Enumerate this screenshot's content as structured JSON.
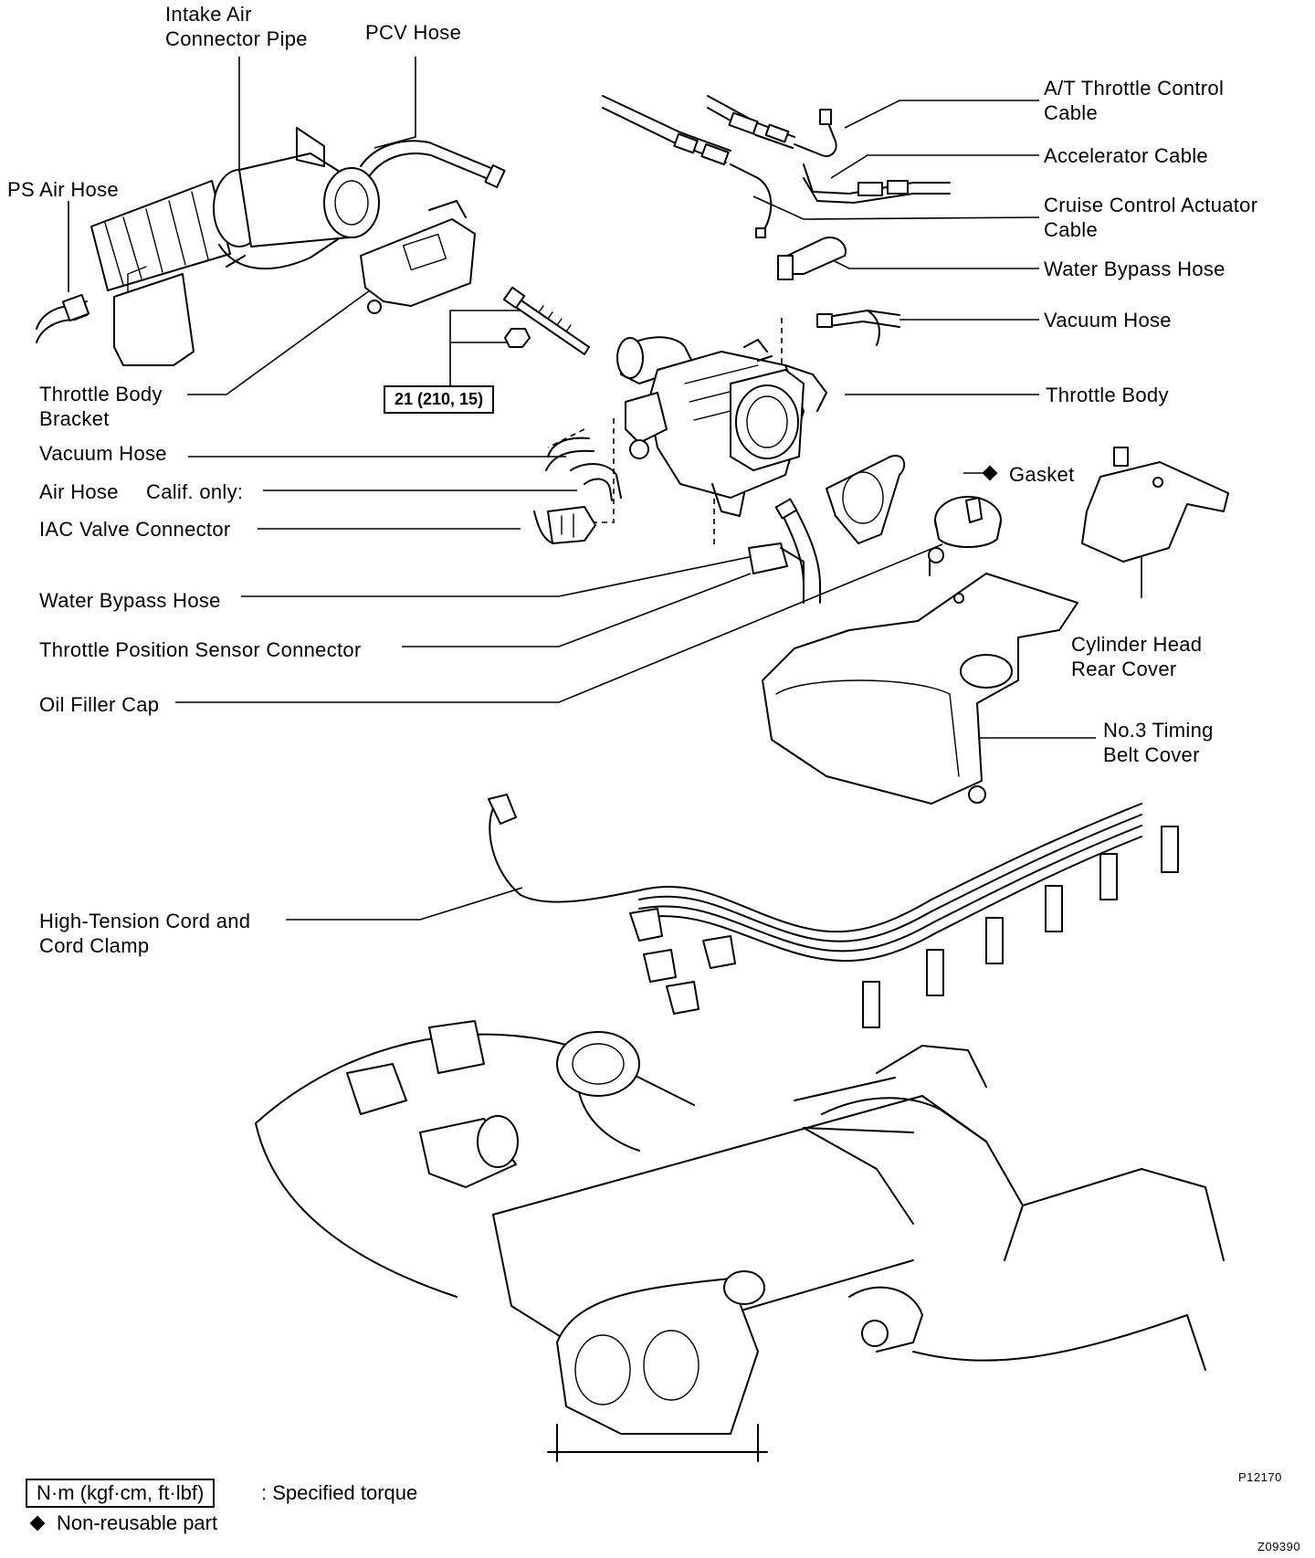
{
  "labels": {
    "intake_air_connector_pipe": [
      "Intake Air",
      "Connector Pipe"
    ],
    "pcv_hose": "PCV Hose",
    "ps_air_hose": "PS Air Hose",
    "at_throttle_control_cable": [
      "A/T Throttle Control",
      "Cable"
    ],
    "accelerator_cable": "Accelerator Cable",
    "cruise_control_actuator_cable": [
      "Cruise Control Actuator",
      "Cable"
    ],
    "water_bypass_hose_right": "Water Bypass Hose",
    "vacuum_hose_right": "Vacuum Hose",
    "throttle_body_bracket": [
      "Throttle Body",
      "Bracket"
    ],
    "throttle_body": "Throttle Body",
    "vacuum_hose_left": "Vacuum Hose",
    "gasket": "Gasket",
    "air_hose": "Air Hose",
    "calif_only": "Calif. only:",
    "iac_valve_connector": "IAC Valve Connector",
    "water_bypass_hose_left": "Water Bypass Hose",
    "cylinder_head_rear_cover": [
      "Cylinder Head",
      "Rear Cover"
    ],
    "throttle_position_sensor_connector": "Throttle Position Sensor Connector",
    "oil_filler_cap": "Oil Filler Cap",
    "no3_timing_belt_cover": [
      "No.3 Timing",
      "Belt Cover"
    ],
    "high_tension_cord": [
      "High-Tension Cord and",
      "Cord Clamp"
    ]
  },
  "torque_spec": "21 (210, 15)",
  "legend": {
    "torque_units": "N·m (kgf·cm, ft·lbf)",
    "torque_desc": ": Specified torque",
    "nonreusable_desc": "Non-reusable part"
  },
  "figure_codes": {
    "primary": "P12170",
    "secondary": "Z09390"
  },
  "icons": {
    "non_reusable_mark": "diamond-icon"
  }
}
